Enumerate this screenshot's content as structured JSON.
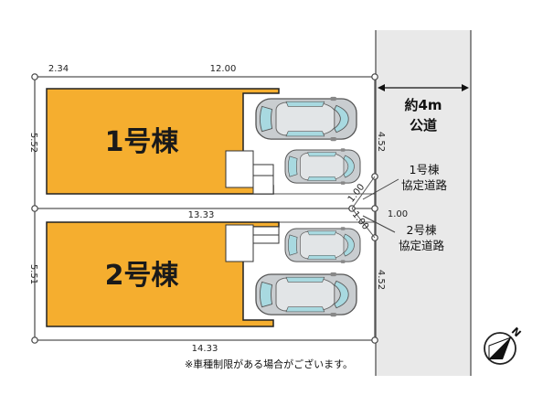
{
  "plot_line_color": "#555555",
  "building_fill": "#F5AE2F",
  "road_fill": "#e9e9e9",
  "lots": [
    {
      "label": "1号棟",
      "dims": {
        "setback": "2.34",
        "top": "12.00",
        "side": "5.52"
      }
    },
    {
      "label": "2号棟",
      "dims": {
        "middle": "13.33",
        "side": "5.51",
        "bottom": "14.33"
      }
    }
  ],
  "right_dims": {
    "upper": "4.52",
    "lower": "4.52"
  },
  "corner_dims": {
    "a": "1.00",
    "b": "1.00",
    "c": "1.00"
  },
  "road": {
    "width_label": "約4m",
    "type_label": "公道"
  },
  "access_labels": [
    {
      "line1": "1号棟",
      "line2": "協定道路"
    },
    {
      "line1": "2号棟",
      "line2": "協定道路"
    }
  ],
  "note": "※車種制限がある場合がございます。",
  "compass": {
    "label": "N",
    "icon": "north-arrow-icon"
  }
}
